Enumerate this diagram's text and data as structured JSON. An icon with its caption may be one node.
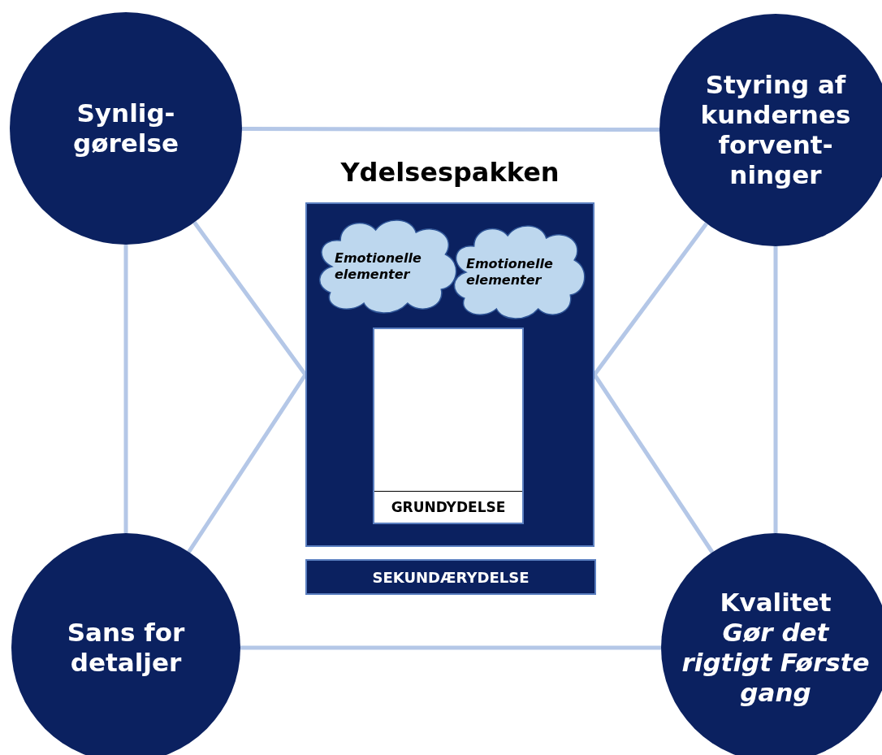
{
  "diagram": {
    "nodes": [
      {
        "text": [
          "Synlig- gørelse"
        ]
      },
      {
        "text": [
          "Styring af kundernes forvent- ninger"
        ]
      },
      {
        "text": [
          "Ydelsespakken"
        ]
      },
      {
        "text": [
          "Emotionelle elementer"
        ],
        "in": 2
      },
      {
        "text": [
          "Emotionelle elementer"
        ],
        "in": 2
      },
      {
        "text": [
          "GRUNDYDELSE"
        ],
        "in": 2
      },
      {
        "text": [
          "SEKUNDÆRYDELSE"
        ]
      },
      {
        "text": [
          "Sans for detaljer"
        ]
      },
      {
        "text": [
          "Kvalitet",
          "Gør det rigtigt Første gang"
        ]
      }
    ],
    "edges": [
      {
        "from": 0,
        "to": 1,
        "arrow": "none"
      },
      {
        "from": 0,
        "to": 7,
        "arrow": "none"
      },
      {
        "from": 1,
        "to": 8,
        "arrow": "none"
      },
      {
        "from": 7,
        "to": 8,
        "arrow": "none"
      },
      {
        "from": 0,
        "to": 2,
        "arrow": "none"
      },
      {
        "from": 7,
        "to": 2,
        "arrow": "none"
      },
      {
        "from": 1,
        "to": 2,
        "arrow": "none"
      },
      {
        "from": 8,
        "to": 2,
        "arrow": "none"
      }
    ]
  }
}
